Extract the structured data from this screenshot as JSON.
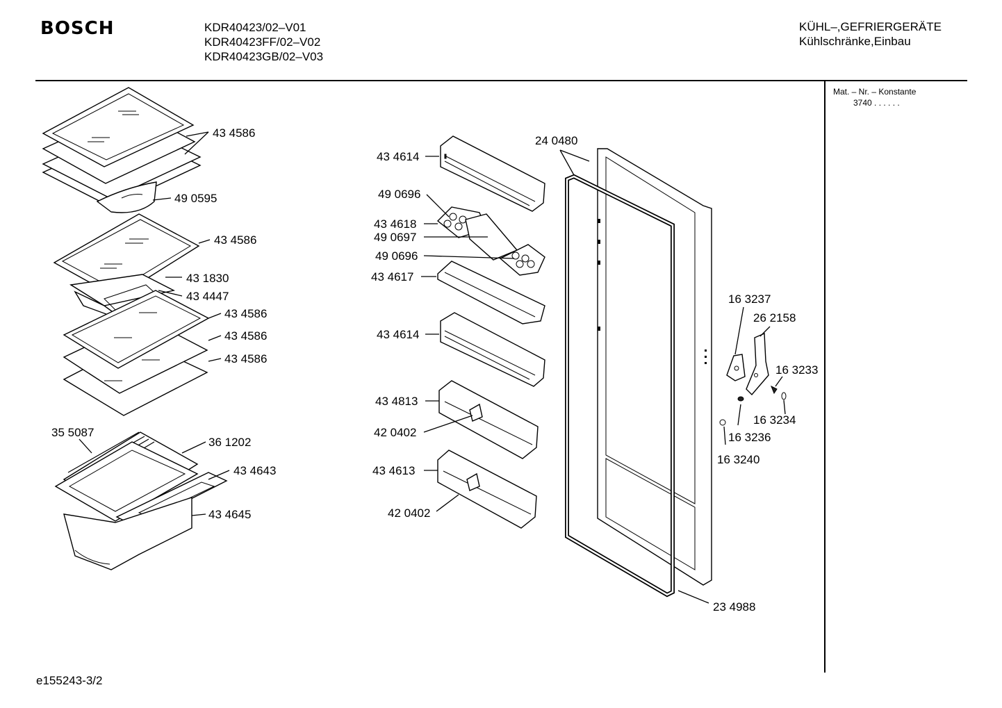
{
  "header": {
    "brand": "BOSCH",
    "models": [
      "KDR40423/02–V01",
      "KDR40423FF/02–V02",
      "KDR40423GB/02–V03"
    ],
    "category_line1": "KÜHL–,GEFRIERGERÄTE",
    "category_line2": "Kühlschränke,Einbau"
  },
  "sidebar": {
    "constant_label": "Mat. – Nr. – Konstante",
    "constant_value": "3740  .  .  .  .  .  ."
  },
  "footer": {
    "drawing_id": "e155243-3/2"
  },
  "parts": {
    "p1": "43 4586",
    "p2": "49 0595",
    "p3": "43 4586",
    "p4": "43 1830",
    "p5": "43 4447",
    "p6": "43 4586",
    "p7": "43 4586",
    "p8": "43 4586",
    "p9": "35 5087",
    "p10": "36 1202",
    "p11": "43 4643",
    "p12": "43 4645",
    "p13": "43 4614",
    "p14": "49 0696",
    "p15": "43 4618",
    "p16": "49 0697",
    "p17": "49 0696",
    "p18": "43 4617",
    "p19": "43 4614",
    "p20": "43 4813",
    "p21": "42 0402",
    "p22": "43 4613",
    "p23": "42 0402",
    "p24": "24 0480",
    "p25": "23 4988",
    "p26": "16 3237",
    "p27": "26 2158",
    "p28": "16 3233",
    "p29": "16 3234",
    "p30": "16 3236",
    "p31": "16 3240"
  }
}
